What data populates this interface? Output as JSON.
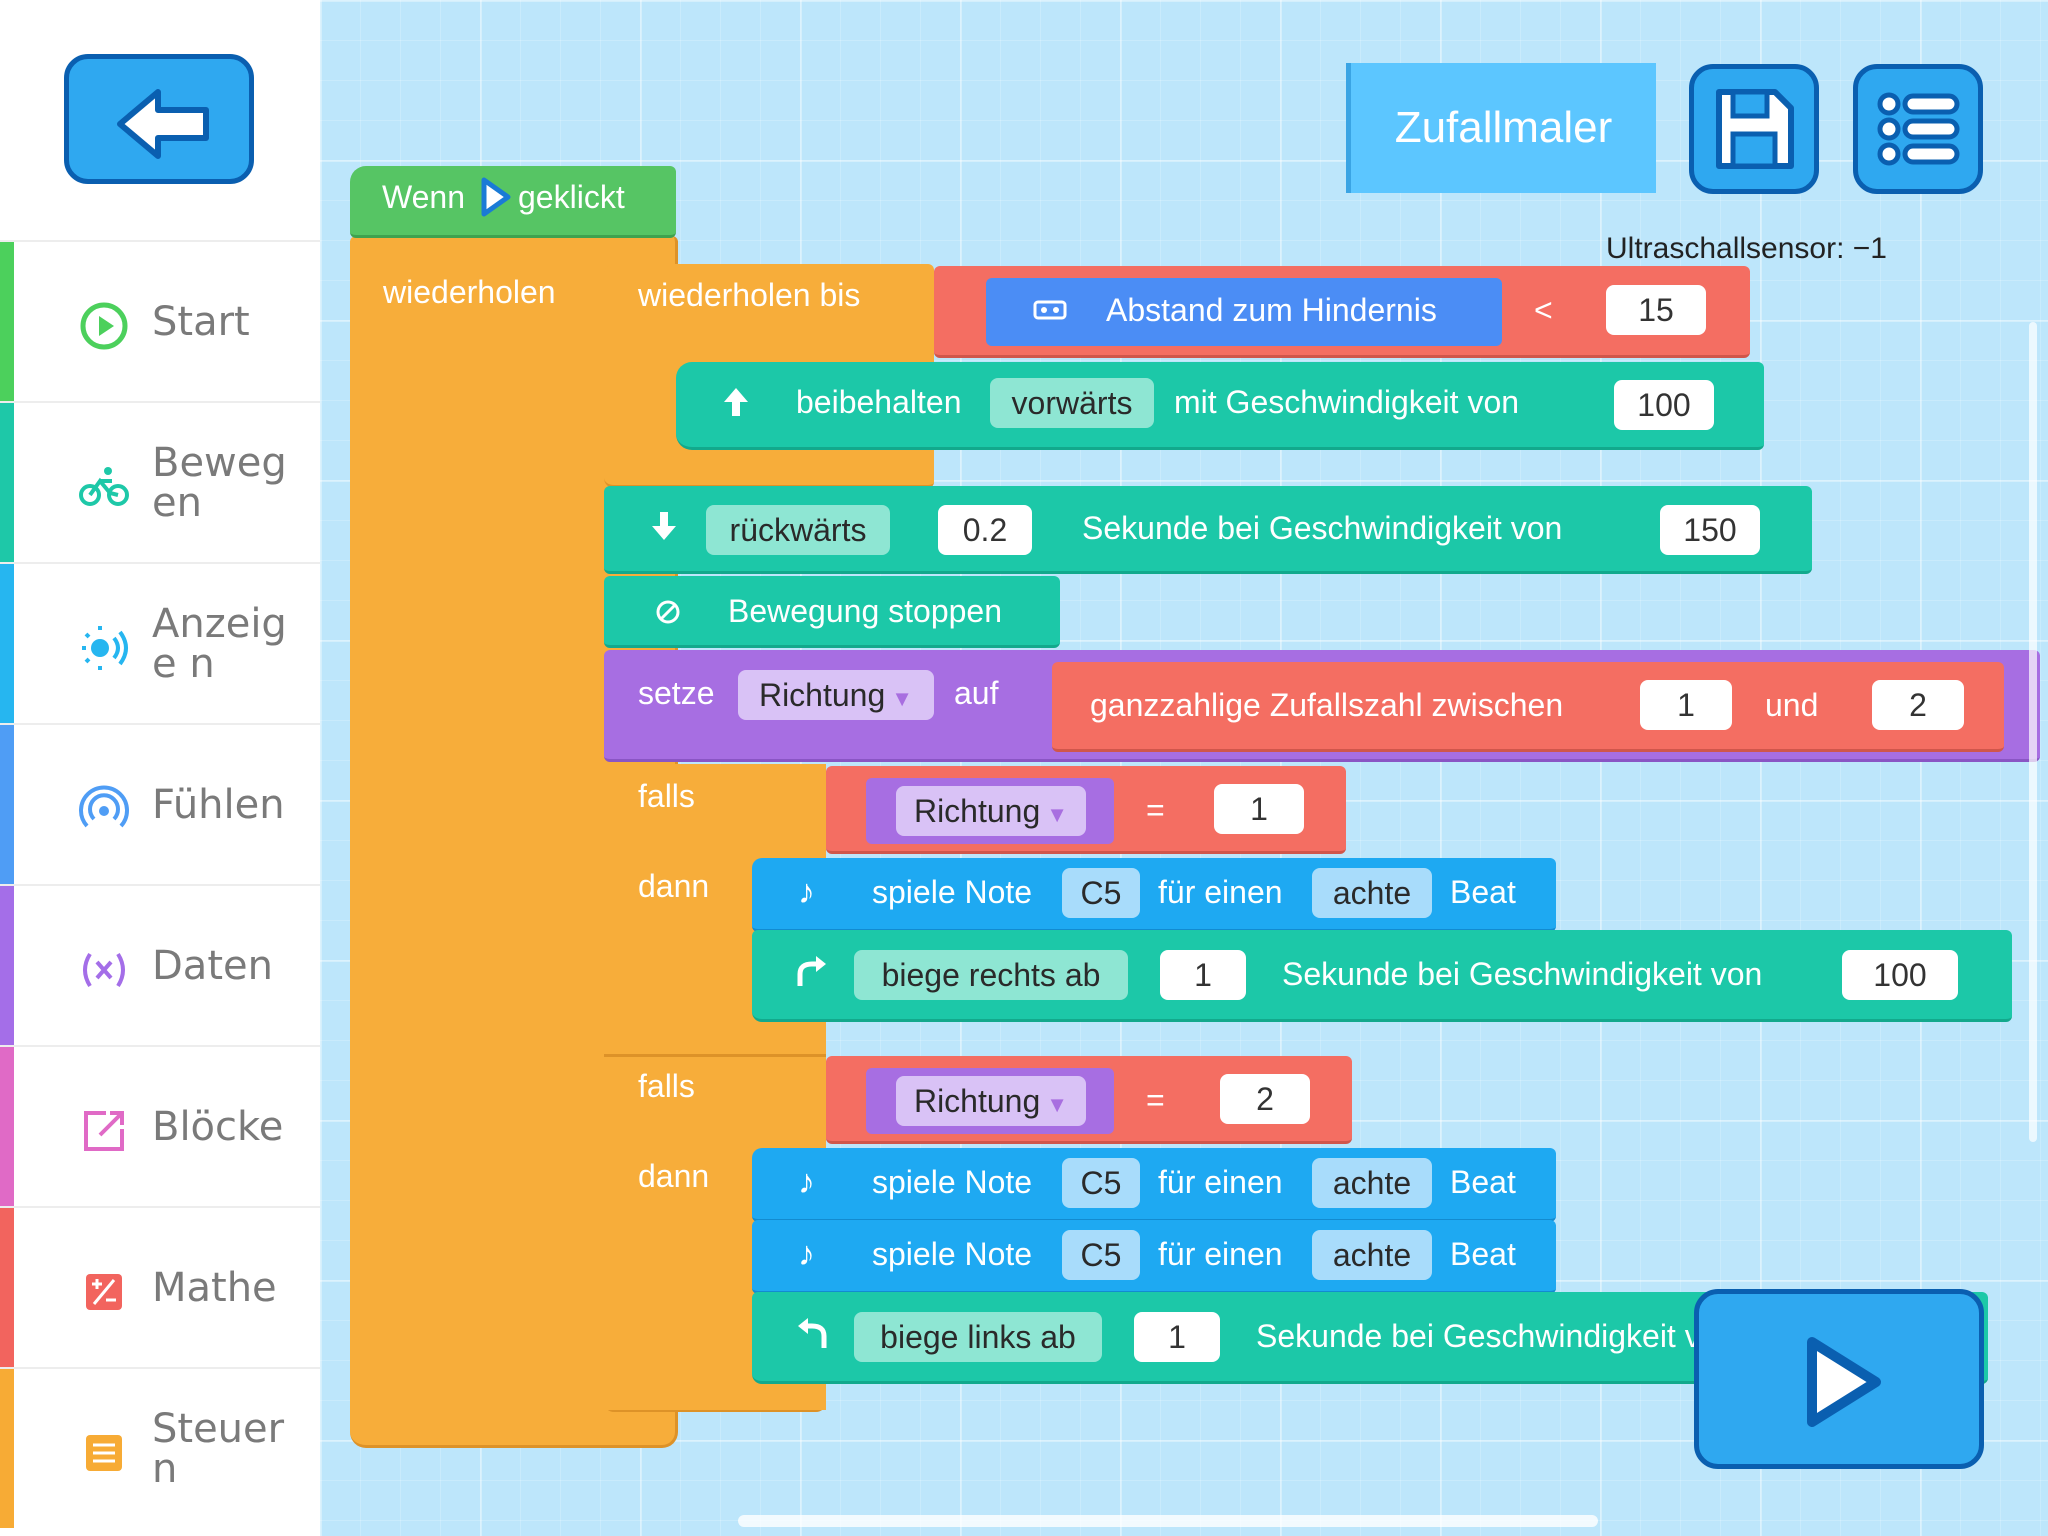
{
  "sidebar": {
    "back_icon": "back-arrow-icon",
    "categories": [
      {
        "label": "Start",
        "color": "#4cd05c",
        "icon": "play-circle-icon"
      },
      {
        "label": "Beweg en",
        "color": "#1ec8a8",
        "icon": "bicycle-icon"
      },
      {
        "label": "Anzeige n",
        "color": "#26b6f0",
        "icon": "light-sound-icon"
      },
      {
        "label": "Fühlen",
        "color": "#4f9df5",
        "icon": "sensor-waves-icon"
      },
      {
        "label": "Daten",
        "color": "#a46ee8",
        "icon": "variable-x-icon"
      },
      {
        "label": "Blöcke",
        "color": "#e06ac6",
        "icon": "edit-box-icon"
      },
      {
        "label": "Mathe",
        "color": "#f2645e",
        "icon": "math-box-icon"
      },
      {
        "label": "Steuern",
        "color": "#f7ab35",
        "icon": "list-box-icon"
      }
    ]
  },
  "header": {
    "project_name": "Zufallmaler",
    "save_icon": "save-disk-icon",
    "menu_icon": "list-menu-icon",
    "sensor_readout": "Ultraschallsensor: −1"
  },
  "colors": {
    "event": "#56c564",
    "control": "#f7ad3a",
    "motion": "#1cc8a8",
    "operator": "#f46e62",
    "sensing": "#4b8df5",
    "data": "#a76ee2",
    "sound": "#1ea9f2"
  },
  "blocks": {
    "hat": {
      "text_before": "Wenn",
      "text_after": "geklickt"
    },
    "forever": {
      "label": "wiederholen"
    },
    "repeat_until": {
      "label": "wiederholen bis",
      "sensor": "Abstand zum Hindernis",
      "op": "<",
      "value": "15"
    },
    "keep_moving": {
      "label": "beibehalten",
      "dir": "vorwärts",
      "label2": "mit Geschwindigkeit von",
      "speed": "100"
    },
    "backward": {
      "dir": "rückwärts",
      "secs": "0.2",
      "label": "Sekunde bei Geschwindigkeit von",
      "speed": "150"
    },
    "stop": {
      "label": "Bewegung stoppen"
    },
    "set_var": {
      "label": "setze",
      "var": "Richtung",
      "label2": "auf",
      "random_label": "ganzzahlige Zufallszahl zwischen",
      "from": "1",
      "and": "und",
      "to": "2"
    },
    "if1": {
      "falls": "falls",
      "var": "Richtung",
      "op": "=",
      "value": "1",
      "dann": "dann",
      "note": {
        "label": "spiele Note",
        "note": "C5",
        "label2": "für einen",
        "beat": "achte",
        "label3": "Beat"
      },
      "turn": {
        "dir": "biege rechts ab",
        "secs": "1",
        "label": "Sekunde bei Geschwindigkeit von",
        "speed": "100"
      }
    },
    "if2": {
      "falls": "falls",
      "var": "Richtung",
      "op": "=",
      "value": "2",
      "dann": "dann",
      "note1": {
        "label": "spiele Note",
        "note": "C5",
        "label2": "für einen",
        "beat": "achte",
        "label3": "Beat"
      },
      "note2": {
        "label": "spiele Note",
        "note": "C5",
        "label2": "für einen",
        "beat": "achte",
        "label3": "Beat"
      },
      "turn": {
        "dir": "biege links ab",
        "secs": "1",
        "label": "Sekunde bei Geschwindigkeit von"
      }
    }
  }
}
